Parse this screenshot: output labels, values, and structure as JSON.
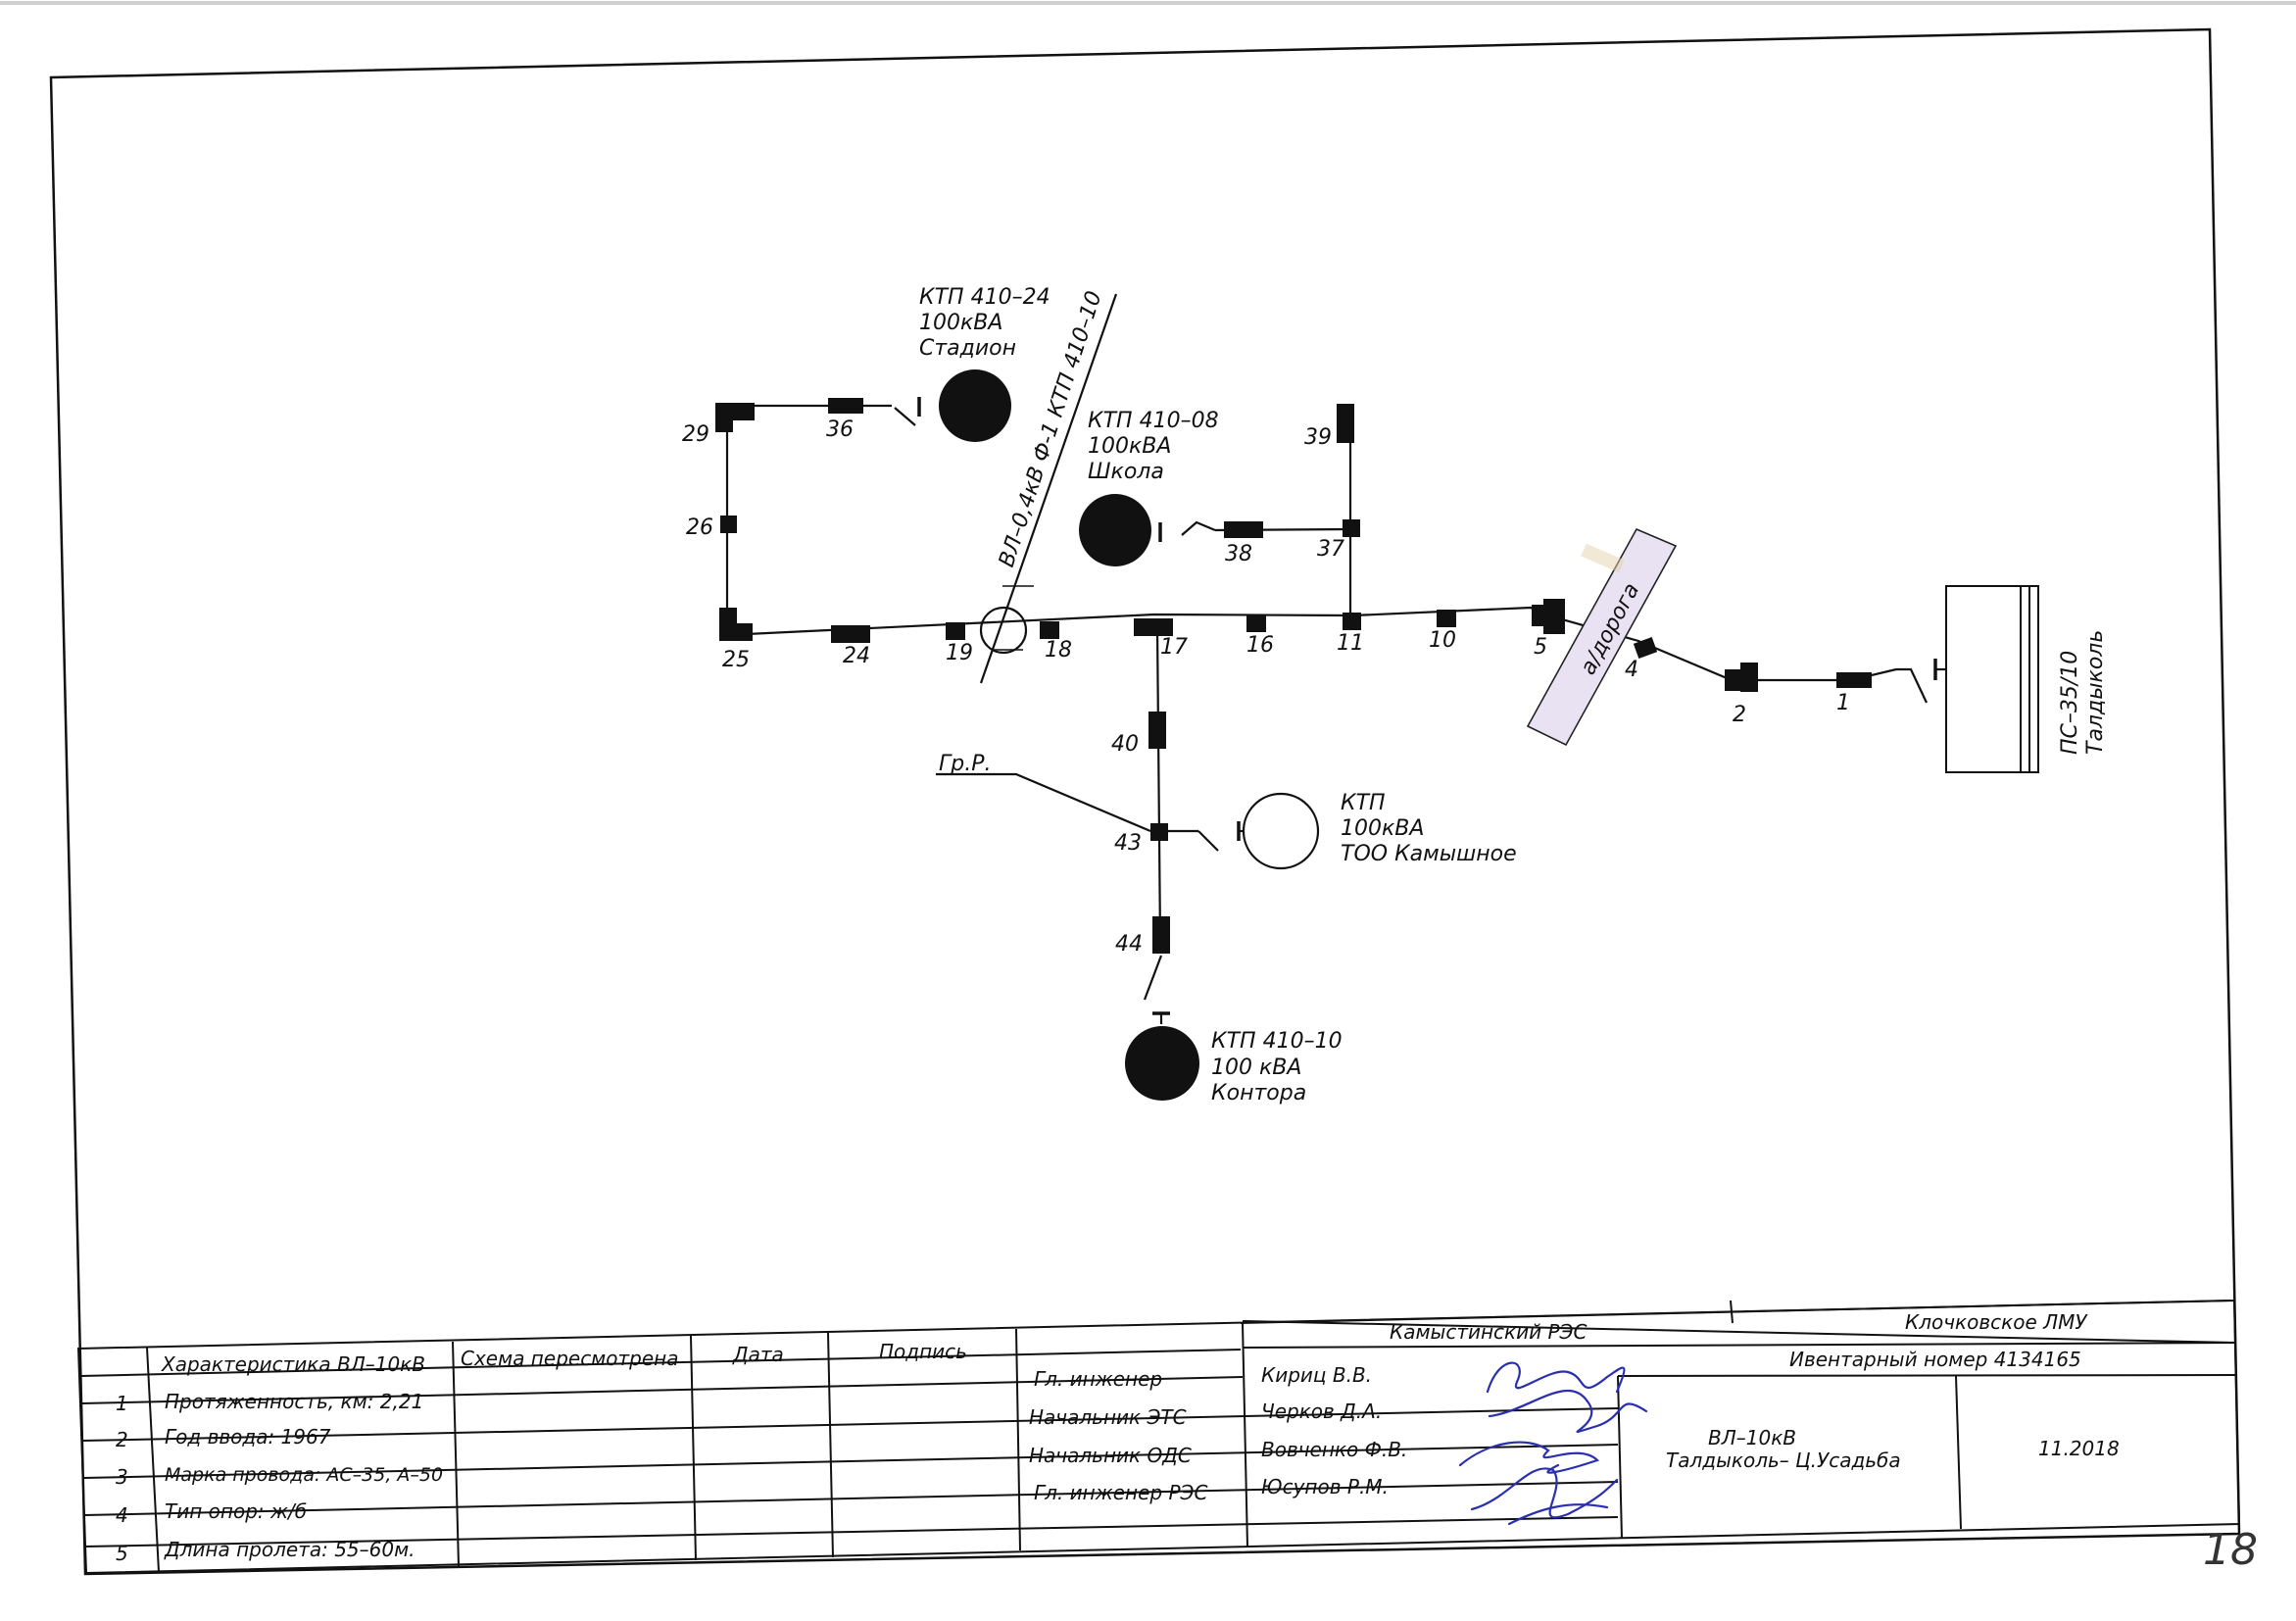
{
  "diagram": {
    "poles": [
      {
        "id": "p1",
        "label": "1"
      },
      {
        "id": "p2",
        "label": "2"
      },
      {
        "id": "p4",
        "label": "4"
      },
      {
        "id": "p5",
        "label": "5"
      },
      {
        "id": "p10",
        "label": "10"
      },
      {
        "id": "p11",
        "label": "11"
      },
      {
        "id": "p16",
        "label": "16"
      },
      {
        "id": "p17",
        "label": "17"
      },
      {
        "id": "p18",
        "label": "18"
      },
      {
        "id": "p19",
        "label": "19"
      },
      {
        "id": "p24",
        "label": "24"
      },
      {
        "id": "p25",
        "label": "25"
      },
      {
        "id": "p26",
        "label": "26"
      },
      {
        "id": "p29",
        "label": "29"
      },
      {
        "id": "p36",
        "label": "36"
      },
      {
        "id": "p37",
        "label": "37"
      },
      {
        "id": "p38",
        "label": "38"
      },
      {
        "id": "p39",
        "label": "39"
      },
      {
        "id": "p40",
        "label": "40"
      },
      {
        "id": "p43",
        "label": "43"
      },
      {
        "id": "p44",
        "label": "44"
      }
    ],
    "substations": {
      "ktp24": [
        "КТП 410–24",
        "100кВА",
        "Стадион"
      ],
      "ktp08": [
        "КТП 410–08",
        "100кВА",
        "Школа"
      ],
      "ktp_kam": [
        "КТП",
        "100кВА",
        "ТОО Камышное"
      ],
      "ktp10": [
        "КТП 410–10",
        "100 кВА",
        "Контора"
      ]
    },
    "source": [
      "ПС–35/10",
      "Талдыколь"
    ],
    "crossing_line": "ВЛ–0,4кВ Ф-1 КТП 410–10",
    "road": "а/дорога",
    "ground": "Гр.Р."
  },
  "title_block": {
    "char_header": "Характеристика ВЛ–10кВ",
    "col_revised": "Схема пересмотрена",
    "col_date": "Дата",
    "col_sign": "Подпись",
    "char_rows": [
      {
        "num": "1",
        "text": "Протяженность, км: 2,21"
      },
      {
        "num": "2",
        "text": "Год ввода:  1967"
      },
      {
        "num": "3",
        "text": "Марка провода: АС–35, А–50"
      },
      {
        "num": "4",
        "text": "Тип  опор: ж/б"
      },
      {
        "num": "5",
        "text": "Длина пролета: 55–60м."
      }
    ],
    "org": "Камыстинский РЭС",
    "lmu": "Клочковское ЛМУ",
    "inventory": "Ивентарный номер 4134165",
    "staff": [
      {
        "role": "Гл. инженер",
        "name": "Кириц  В.В."
      },
      {
        "role": "Начальник ЭТС",
        "name": "Черков  Д.А."
      },
      {
        "role": "Начальник ОДС",
        "name": "Вовченко  Ф.В."
      },
      {
        "role": "Гл. инженер  РЭС",
        "name": "Юсупов  Р.М."
      }
    ],
    "line_name_1": "ВЛ–10кВ",
    "line_name_2": "Талдыколь– Ц.Усадьба",
    "date": "11.2018"
  },
  "page_number": "18",
  "colors": {
    "ink": "#111111",
    "signature": "#2a2fb0",
    "road_fill": "#e9e2f2"
  }
}
